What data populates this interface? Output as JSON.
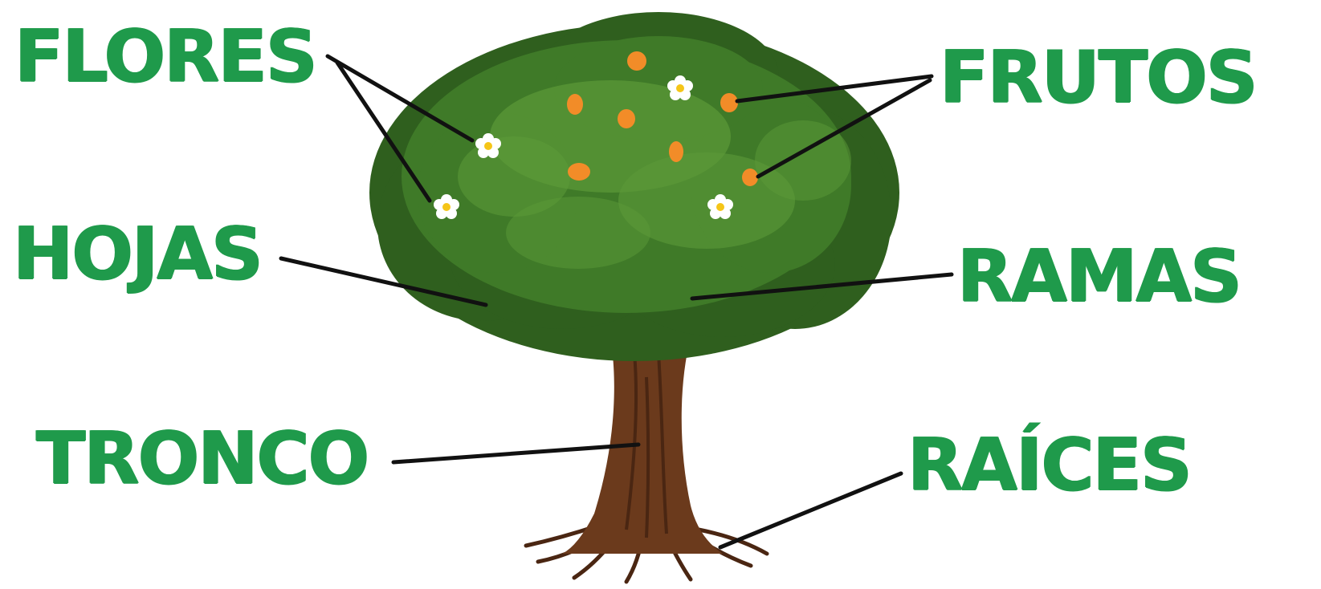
{
  "labels": {
    "flores": "FLORES",
    "frutos": "FRUTOS",
    "hojas": "HOJAS",
    "ramas": "RAMAS",
    "tronco": "TRONCO",
    "raices": "RAÍCES"
  },
  "colors": {
    "label_green": "#1f9a4b",
    "leaf_dark": "#2f5f1e",
    "leaf_mid": "#3f7a28",
    "leaf_light": "#5c9a38",
    "trunk": "#6b3a1c",
    "trunk_dark": "#4a2612",
    "fruit": "#f28c28",
    "flower_petal": "#ffffff",
    "flower_center": "#f5c518",
    "line": "#111111"
  }
}
